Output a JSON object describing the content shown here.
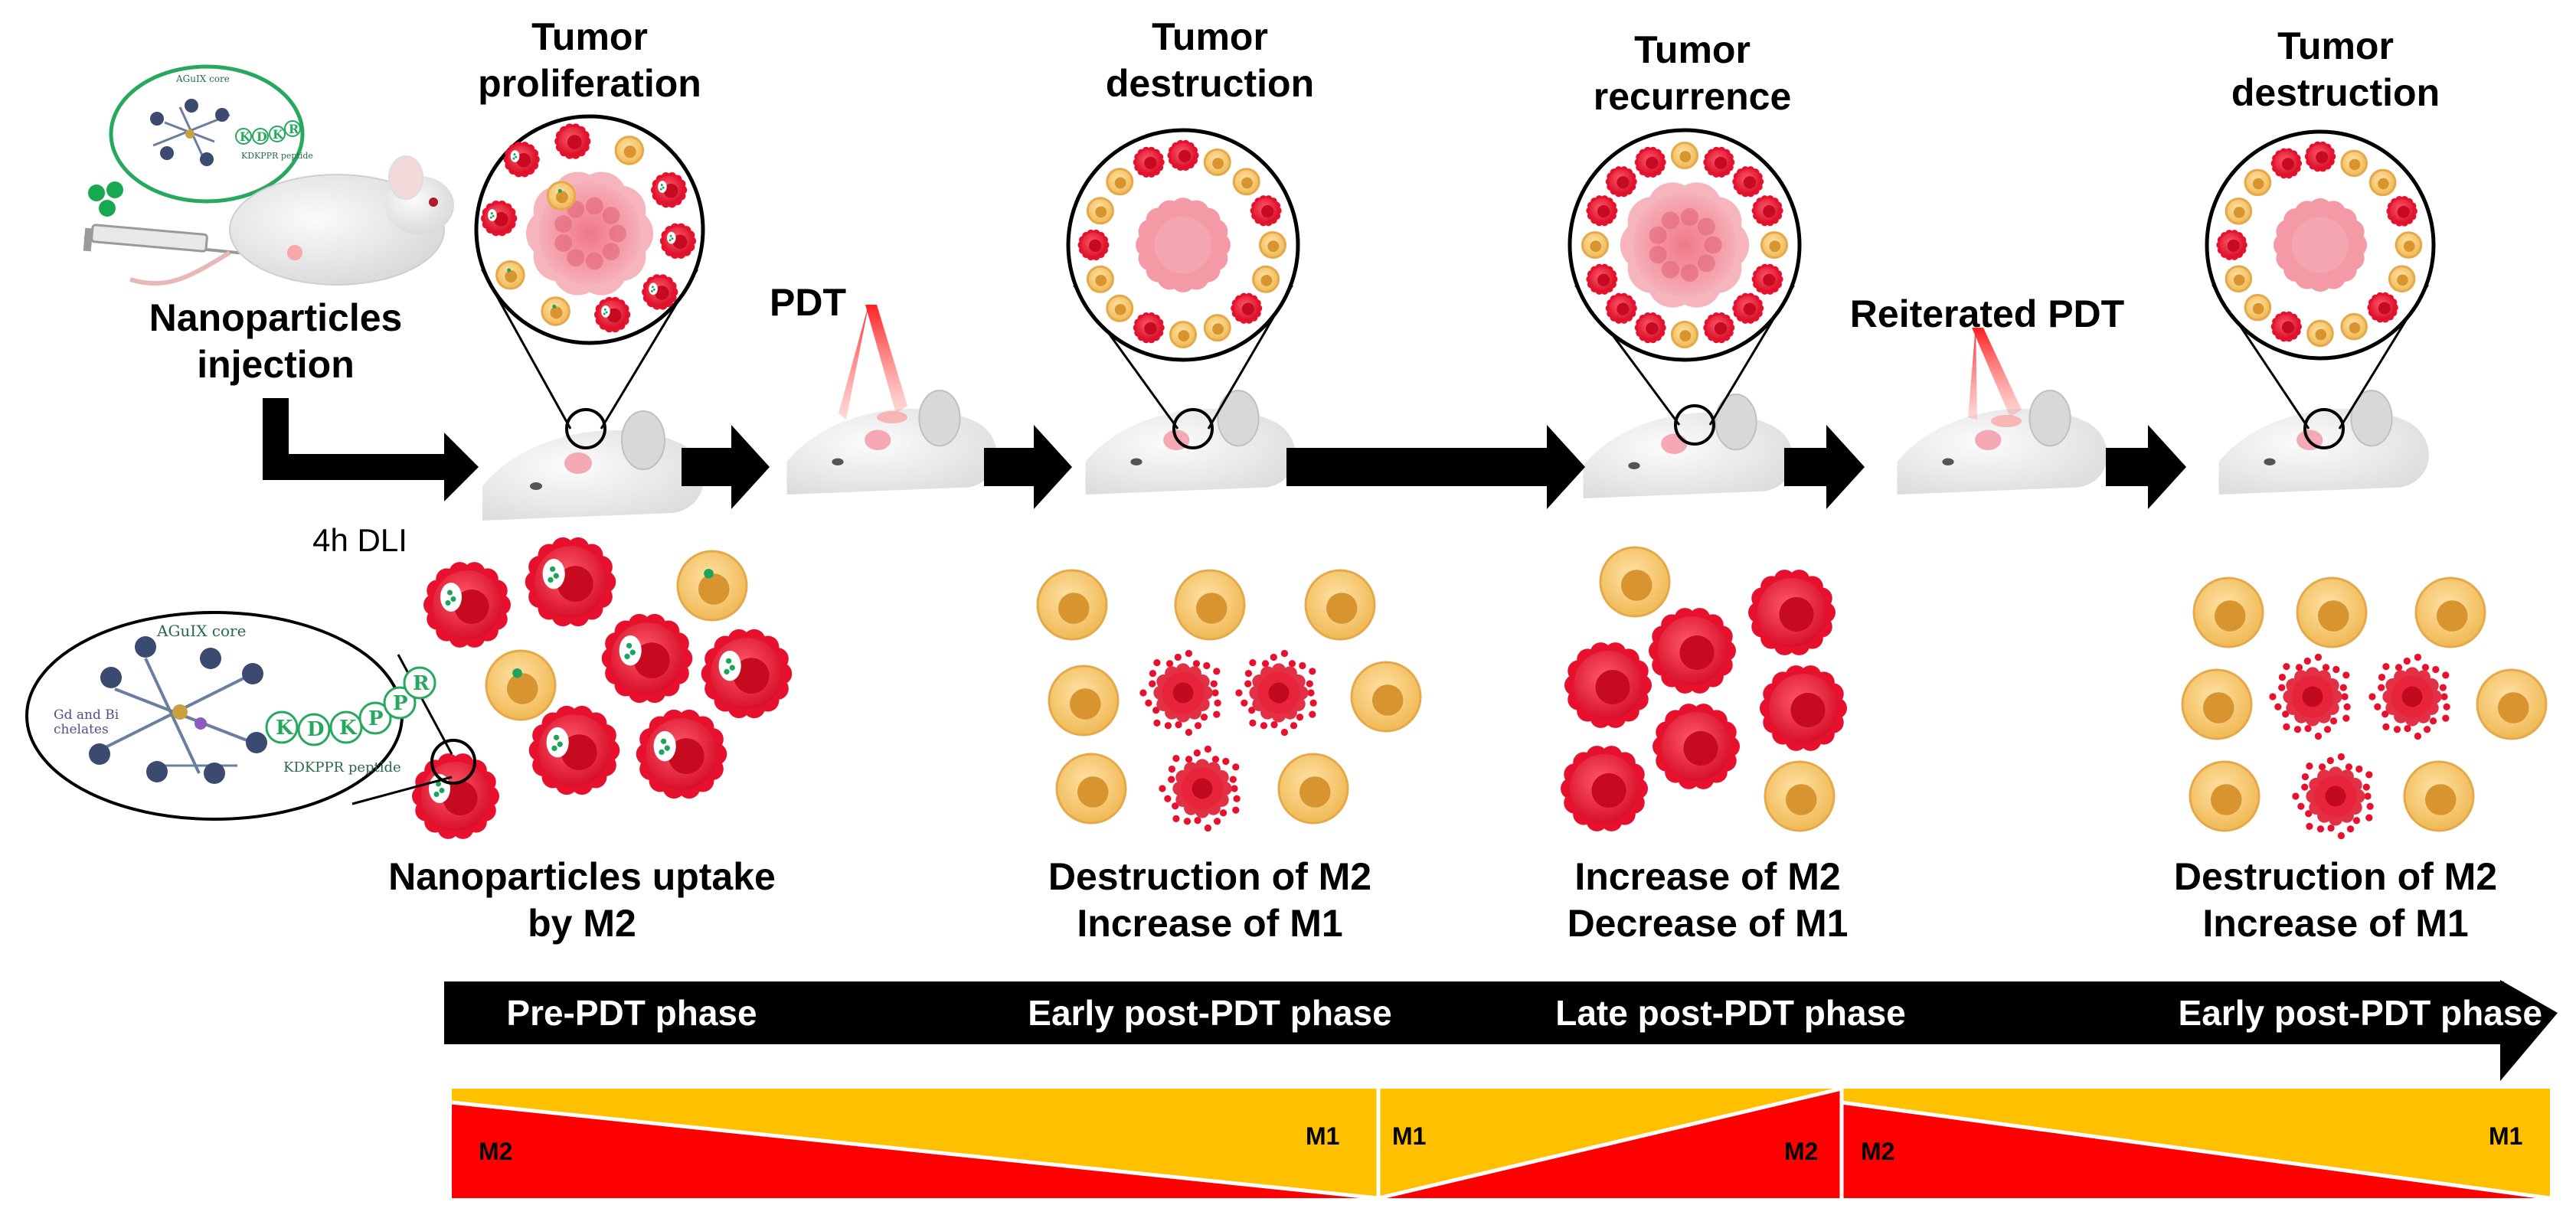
{
  "injection": {
    "label_line1": "Nanoparticles",
    "label_line2": "injection",
    "dli_label": "4h DLI",
    "core_label": "AGuIX core",
    "peptide_label": "KDKPPR peptide",
    "chelates_label_line1": "Gd and Bi",
    "chelates_label_line2": "chelates",
    "peptide_letters": [
      "K",
      "D",
      "K",
      "P",
      "P",
      "R"
    ]
  },
  "stages": [
    {
      "title_line1": "Tumor",
      "title_line2": "proliferation",
      "caption_line1": "Nanoparticles uptake",
      "caption_line2": "by M2"
    },
    {
      "title_line1": "Tumor",
      "title_line2": "destruction",
      "caption_line1": "Destruction of M2",
      "caption_line2": "Increase of M1"
    },
    {
      "title_line1": "Tumor",
      "title_line2": "recurrence",
      "caption_line1": "Increase of M2",
      "caption_line2": "Decrease of M1"
    },
    {
      "title_line1": "Tumor",
      "title_line2": "destruction",
      "caption_line1": "Destruction of M2",
      "caption_line2": "Increase of M1"
    }
  ],
  "treatments": {
    "pdt": "PDT",
    "reiterated_pdt": "Reiterated PDT"
  },
  "timeline": {
    "phases": [
      "Pre-PDT phase",
      "Early post-PDT phase",
      "Late post-PDT phase",
      "Early post-PDT phase"
    ]
  },
  "balance": {
    "segments": [
      {
        "left": "M2",
        "right": "M1"
      },
      {
        "left": "M1",
        "right": "M2"
      },
      {
        "left": "M2",
        "right": "M1"
      }
    ]
  },
  "colors": {
    "m2_red": "#e8112d",
    "m1_yellow": "#f0c060",
    "balance_red": "#ff0000",
    "balance_yellow": "#ffc000",
    "arrow": "#000000",
    "laser": "#ff3030",
    "nanoparticle_green": "#1aa55a"
  },
  "icons": [
    "syringe-icon",
    "mouse-icon",
    "laser-beam-icon",
    "magnifier-lens-icon",
    "nanoparticle-icon"
  ]
}
